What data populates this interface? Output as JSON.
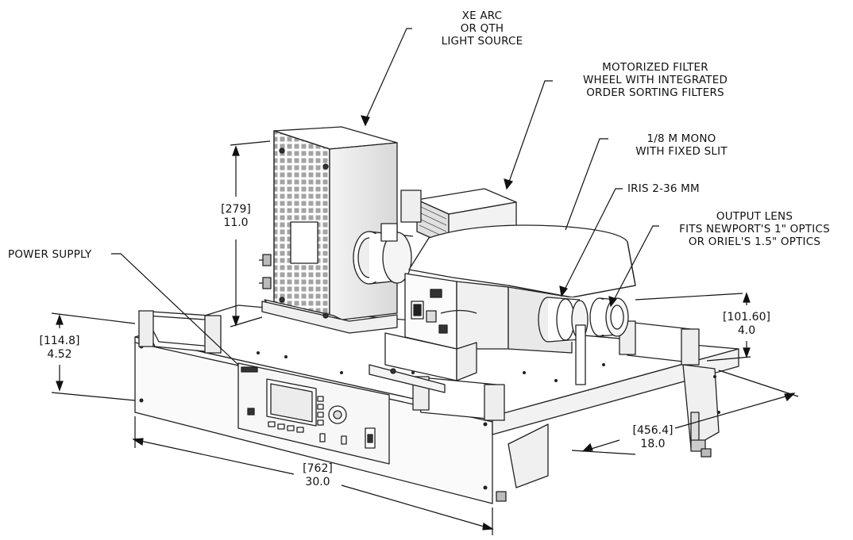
{
  "callouts": {
    "light_source": [
      "XE ARC",
      "OR QTH",
      "LIGHT SOURCE"
    ],
    "filter_wheel": [
      "MOTORIZED FILTER",
      "WHEEL WITH INTEGRATED",
      "ORDER SORTING FILTERS"
    ],
    "mono": [
      "1/8 M MONO",
      "WITH FIXED SLIT"
    ],
    "iris": "IRIS 2-36 MM",
    "output_lens": [
      "OUTPUT LENS",
      "FITS NEWPORT'S 1\" OPTICS",
      "OR ORIEL'S 1.5\" OPTICS"
    ],
    "power_supply": "POWER SUPPLY"
  },
  "dimensions": {
    "height": {
      "mm": "[279]",
      "in": "11.0"
    },
    "base_height": {
      "mm": "[114.8]",
      "in": "4.52"
    },
    "lens_height": {
      "mm": "[101.60]",
      "in": "4.0"
    },
    "depth": {
      "mm": "[456.4]",
      "in": "18.0"
    },
    "width": {
      "mm": "[762]",
      "in": "30.0"
    }
  }
}
